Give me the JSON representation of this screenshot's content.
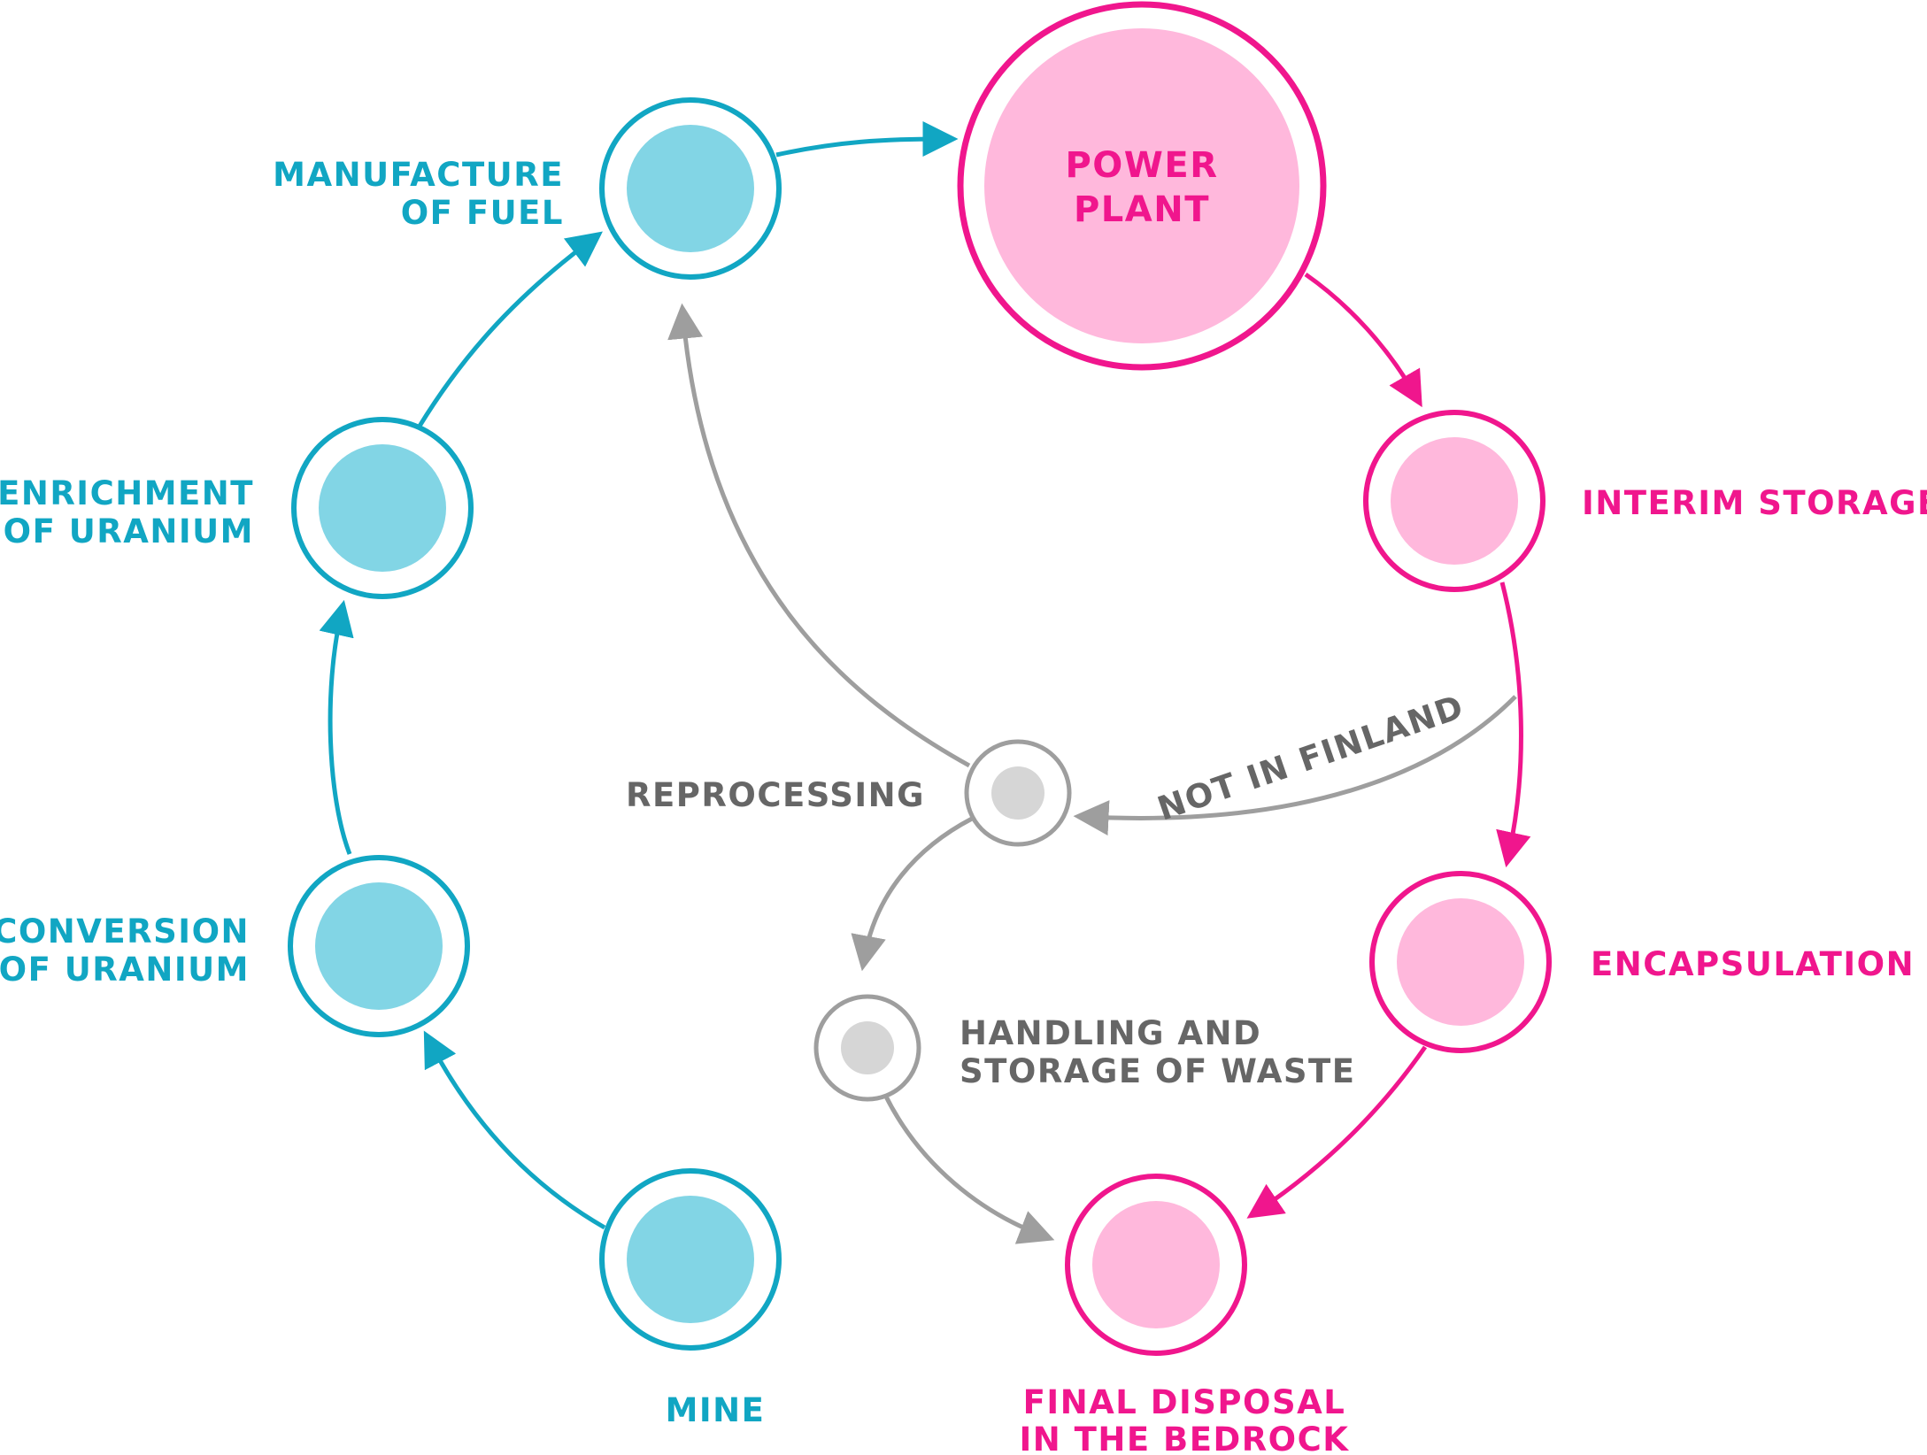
{
  "colors": {
    "blue": "#11a6c3",
    "blue_fill": "#82d5e5",
    "pink": "#f0168d",
    "pink_fill": "#ffb8dc",
    "grey": "#9e9e9e",
    "grey_fill": "#d6d6d6",
    "grey_text": "#666666"
  },
  "nodes": {
    "manufacture": {
      "line1": "MANUFACTURE",
      "line2": "OF FUEL"
    },
    "power_plant": {
      "line1": "POWER",
      "line2": "PLANT"
    },
    "interim": {
      "label": "INTERIM STORAGE"
    },
    "enrichment": {
      "line1": "ENRICHMENT",
      "line2": "OF URANIUM"
    },
    "conversion": {
      "line1": "CONVERSION",
      "line2": "OF URANIUM"
    },
    "mine": {
      "label": "MINE"
    },
    "reprocessing": {
      "label": "REPROCESSING"
    },
    "encapsulation": {
      "label": "ENCAPSULATION"
    },
    "handling": {
      "line1": "HANDLING AND",
      "line2": "STORAGE OF WASTE"
    },
    "final": {
      "line1": "FINAL DISPOSAL",
      "line2": "IN THE BEDROCK"
    }
  },
  "edges": {
    "not_in_finland": "NOT IN FINLAND"
  }
}
